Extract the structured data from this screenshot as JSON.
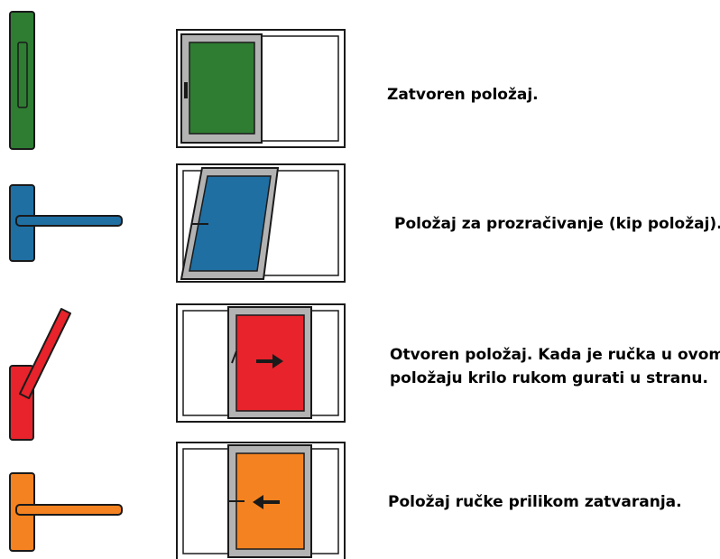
{
  "captions": {
    "closed": "Zatvoren položaj.",
    "tilt": "Položaj za prozračivanje (kip položaj).",
    "open_line1": "Otvoren položaj. Kada je ručka u ovome",
    "open_line2": "položaju krilo rukom gurati u stranu.",
    "closing": "Položaj ručke prilikom zatvaranja."
  },
  "colors": {
    "closed": "#2e7d32",
    "tilt": "#1f6fa3",
    "open": "#e8232b",
    "closing": "#f58220",
    "sash_frame": "#b3b3b3",
    "outline": "#1a1a1a"
  }
}
